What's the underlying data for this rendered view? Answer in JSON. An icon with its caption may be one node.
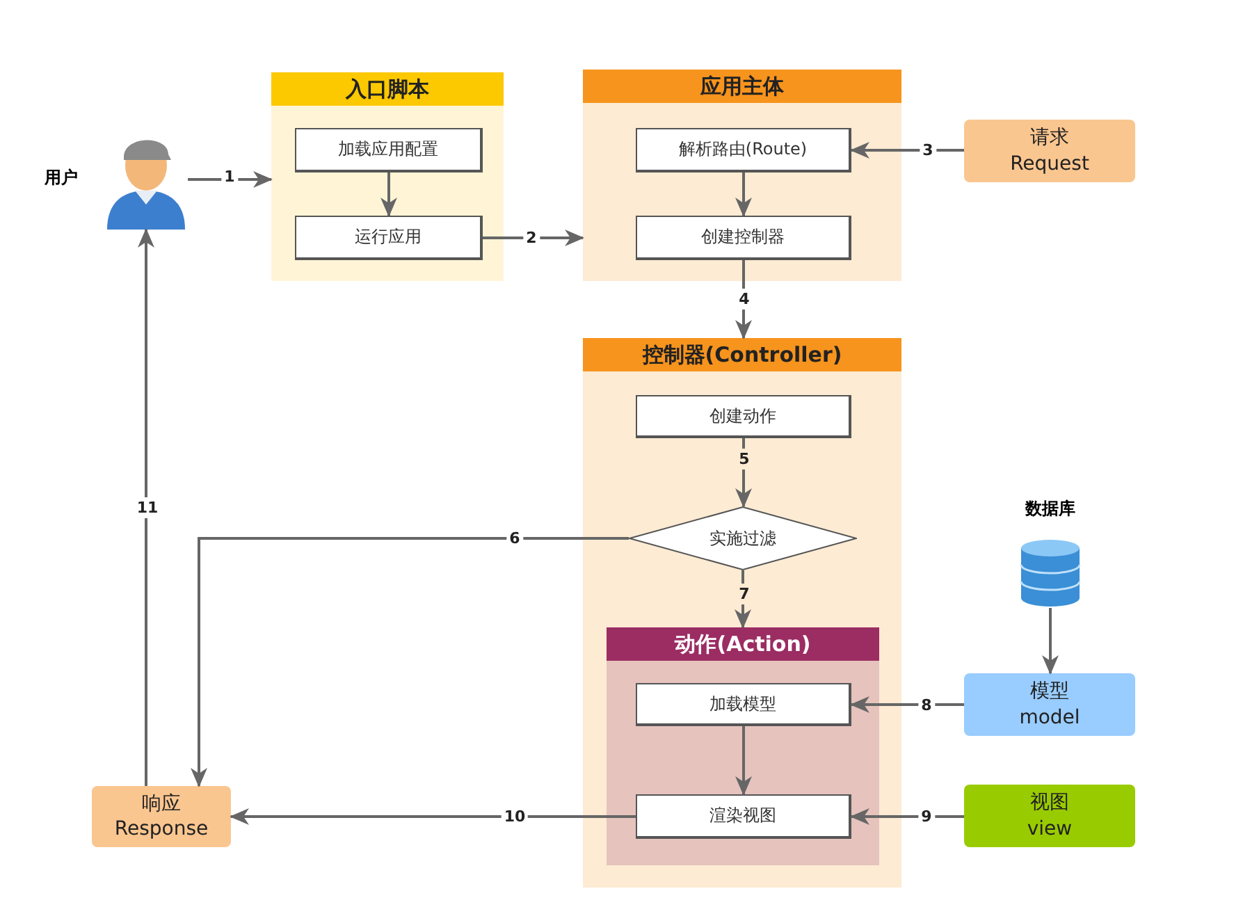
{
  "diagram": {
    "nodes": [
      {
        "text": [],
        "shape": "person",
        "beside": [
          "用户"
        ]
      },
      {
        "text": [
          "入口脚本"
        ]
      },
      {
        "text": [
          "加载应用配置"
        ],
        "in": 1
      },
      {
        "text": [
          "运行应用"
        ],
        "in": 1
      },
      {
        "text": [
          "应用主体"
        ]
      },
      {
        "text": [
          "解析路由(Route)"
        ],
        "in": 4
      },
      {
        "text": [
          "创建控制器"
        ],
        "in": 4
      },
      {
        "text": [
          "请求 Request"
        ]
      },
      {
        "text": [
          "控制器(Controller)"
        ]
      },
      {
        "text": [
          "创建动作"
        ],
        "in": 8
      },
      {
        "text": [
          "实施过滤"
        ],
        "in": 8
      },
      {
        "text": [
          "动作(Action)"
        ],
        "in": 8
      },
      {
        "text": [
          "加载模型"
        ],
        "in": 11
      },
      {
        "text": [
          "渲染视图"
        ],
        "in": 11
      },
      {
        "text": [],
        "shape": "cylinder",
        "beside": [
          "数据库"
        ]
      },
      {
        "text": [
          "模型 model"
        ]
      },
      {
        "text": [
          "视图 view"
        ]
      },
      {
        "text": [
          "响应 Response"
        ]
      }
    ],
    "edges": [
      {
        "from": 0,
        "to": 1,
        "arrow": "to",
        "label": "1"
      },
      {
        "from": 2,
        "to": 3,
        "arrow": "to"
      },
      {
        "from": 3,
        "to": 4,
        "arrow": "to",
        "label": "2"
      },
      {
        "from": 7,
        "to": 5,
        "arrow": "to",
        "label": "3"
      },
      {
        "from": 5,
        "to": 6,
        "arrow": "to"
      },
      {
        "from": 6,
        "to": 8,
        "arrow": "to",
        "label": "4"
      },
      {
        "from": 9,
        "to": 10,
        "arrow": "to",
        "label": "5"
      },
      {
        "from": 10,
        "to": 17,
        "arrow": "to",
        "label": "6"
      },
      {
        "from": 10,
        "to": 11,
        "arrow": "to",
        "label": "7"
      },
      {
        "from": 15,
        "to": 12,
        "arrow": "to",
        "label": "8"
      },
      {
        "from": 16,
        "to": 13,
        "arrow": "to",
        "label": "9"
      },
      {
        "from": 12,
        "to": 13,
        "arrow": "to"
      },
      {
        "from": 13,
        "to": 17,
        "arrow": "to",
        "label": "10"
      },
      {
        "from": 17,
        "to": 0,
        "arrow": "to",
        "label": "11"
      },
      {
        "from": 14,
        "to": 15,
        "arrow": "to"
      }
    ]
  }
}
